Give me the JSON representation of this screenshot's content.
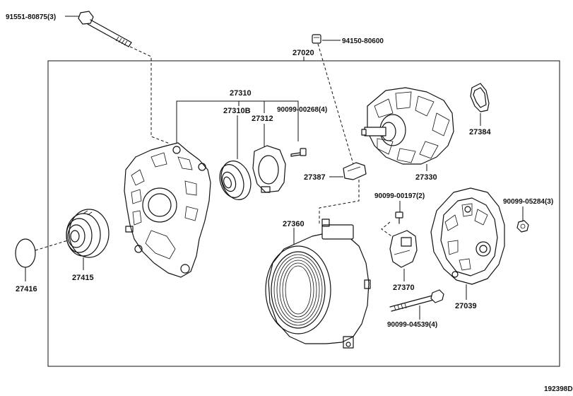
{
  "diagram": {
    "figure_id": "192398D",
    "labels": {
      "bolt_91551": "91551-80875(3)",
      "nut_94150": "94150-80600",
      "alternator_assy": "27020",
      "frame_group": "27310",
      "frame_sub": "27310B",
      "bearing_retainer": "27312",
      "screw_90099_00268": "90099-00268(4)",
      "rotor": "27330",
      "insulator_27384": "27384",
      "brush_holder_27387": "27387",
      "cover_27416": "27416",
      "pulley": "27415",
      "stator_frame": "27360",
      "screw_90099_00197": "90099-00197(2)",
      "regulator": "27370",
      "bolt_90099_04539": "90099-04539(4)",
      "rear_cover": "27039",
      "nut_90099_05284": "90099-05284(3)"
    }
  }
}
